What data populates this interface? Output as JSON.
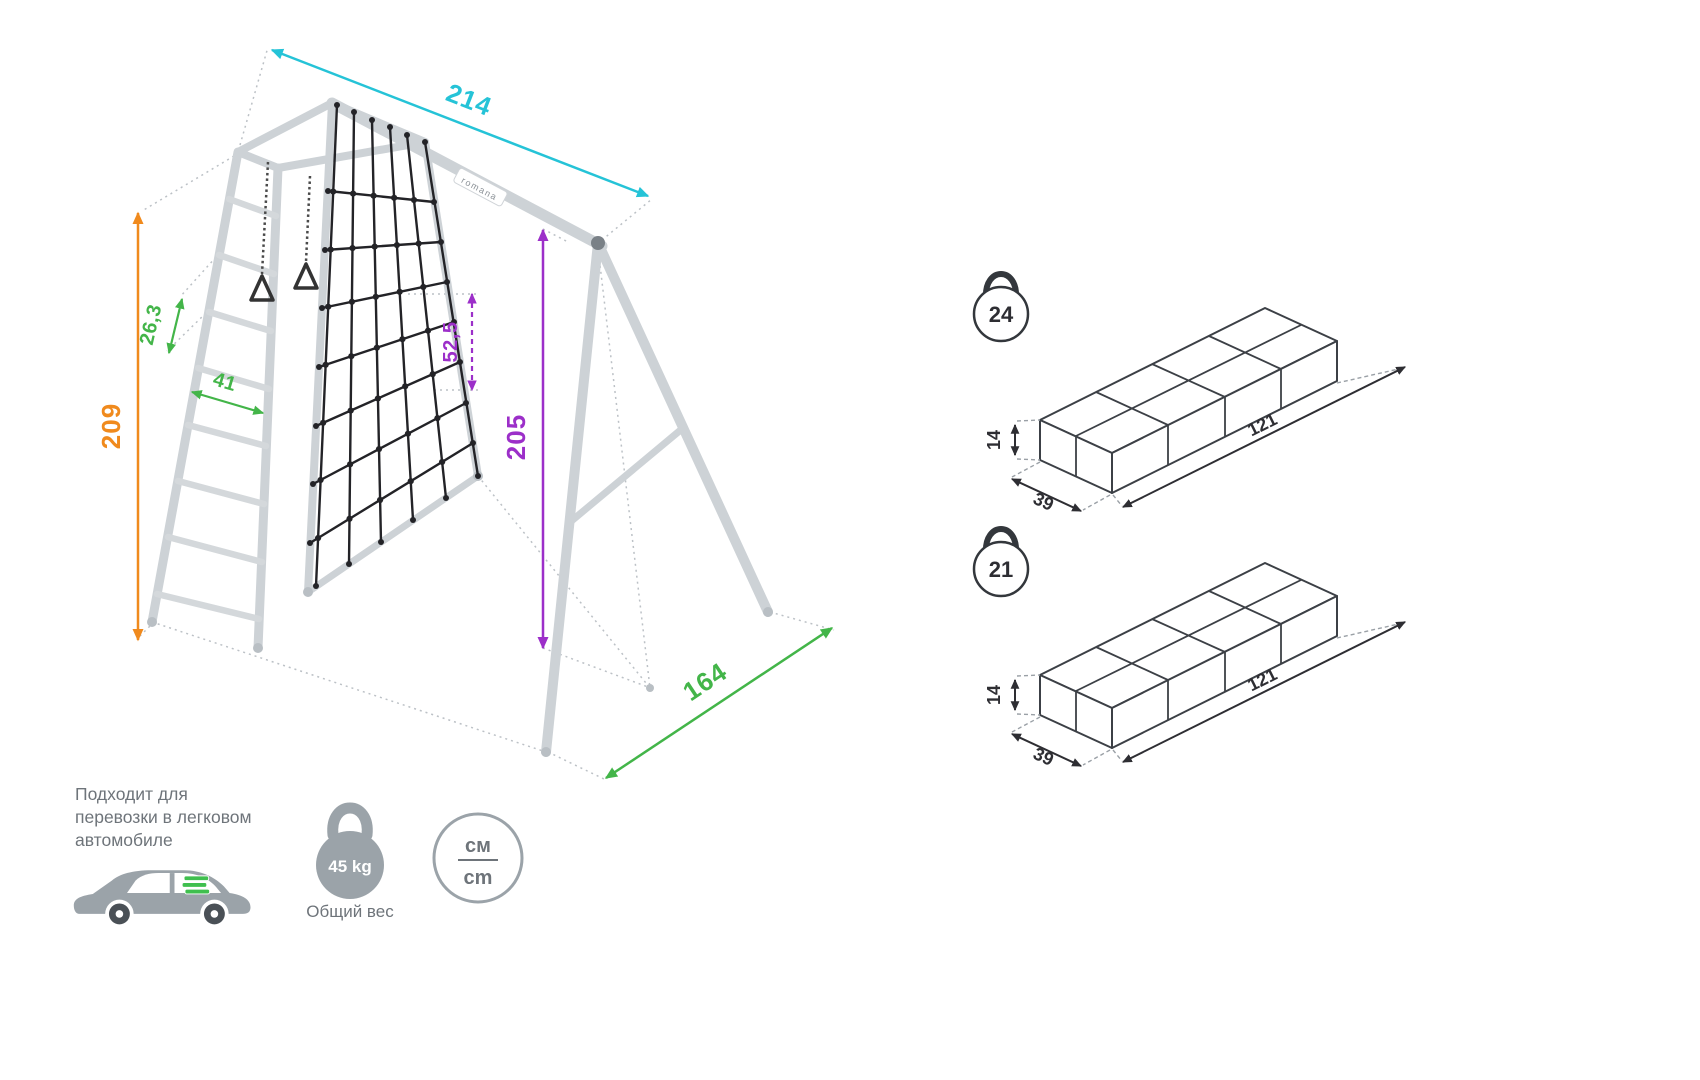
{
  "diagram": {
    "brand_label": "romana",
    "dimensions": {
      "top_width": "214",
      "left_height": "209",
      "rung_spacing": "26,3",
      "rung_width": "41",
      "net_cell": "52,5",
      "swing_height": "205",
      "base_depth": "164"
    }
  },
  "packages": [
    {
      "weight": "24",
      "height": "14",
      "depth": "39",
      "length": "121"
    },
    {
      "weight": "21",
      "height": "14",
      "depth": "39",
      "length": "121"
    }
  ],
  "transport": {
    "note_lines": [
      "Подходит для",
      "перевозки в легковом",
      "автомобиле"
    ],
    "total_weight": "45 kg",
    "total_weight_label": "Общий вес",
    "units_top": "см",
    "units_bottom": "cm"
  },
  "colors": {
    "cyan": "#25c3d7",
    "orange": "#f08a1d",
    "green": "#43b549",
    "purple": "#9c2fc9",
    "icon_gray": "#9ba3a9",
    "structure_gray": "#cdd2d6",
    "net_black": "#232327",
    "text_gray": "#6e747a",
    "package_green": "#3fbf4e"
  }
}
